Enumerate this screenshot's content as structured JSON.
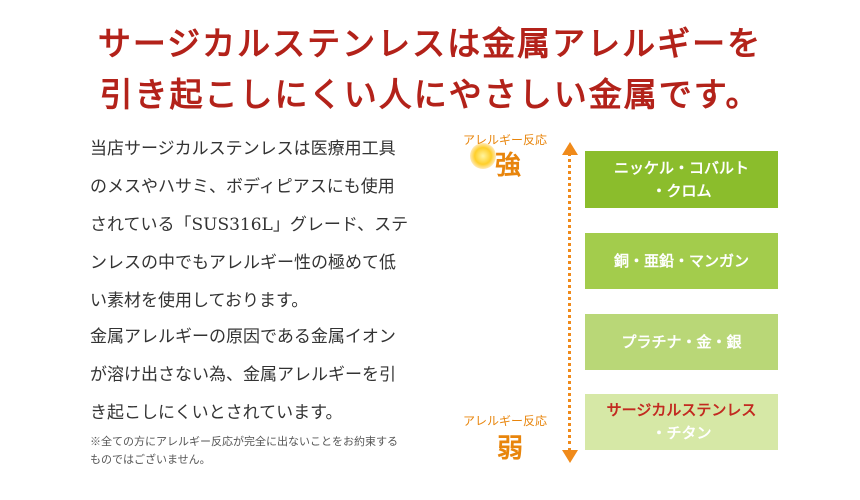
{
  "headline": {
    "line1": "サージカルステンレスは金属アレルギーを",
    "line2": "引き起こしにくい人にやさしい金属です。"
  },
  "description": {
    "paragraph1": [
      "当店サージカルステンレスは医療用工具",
      "のメスやハサミ、ボディピアスにも使用",
      "されている「SUS316L」グレード、ステ",
      "ンレスの中でもアレルギー性の極めて低",
      "い素材を使用しております。"
    ],
    "paragraph2": [
      "金属アレルギーの原因である金属イオン",
      "が溶け出さない為、金属アレルギーを引",
      "き起こしにくいとされています。"
    ],
    "note": [
      "※全ての方にアレルギー反応が完全に出ないことをお約束する",
      "ものではございません。"
    ]
  },
  "scale": {
    "top_label": "アレルギー反応",
    "top_strength": "強",
    "bottom_label": "アレルギー反応",
    "bottom_strength": "弱"
  },
  "metals": [
    {
      "line1": "ニッケル・コバルト",
      "line2": "・クロム"
    },
    {
      "line1": "銅・亜鉛・マンガン"
    },
    {
      "line1": "プラチナ・金・銀"
    },
    {
      "line1": "サージカルステンレス",
      "line2": "・チタン"
    }
  ],
  "colors": {
    "headline": "#b3221a",
    "accent_orange": "#f08a1a",
    "box_1": "#8bbd2c",
    "box_2": "#a3cc4c",
    "box_3": "#b9d777",
    "box_4": "#d6e8a6",
    "highlight_text": "#c22a20"
  }
}
